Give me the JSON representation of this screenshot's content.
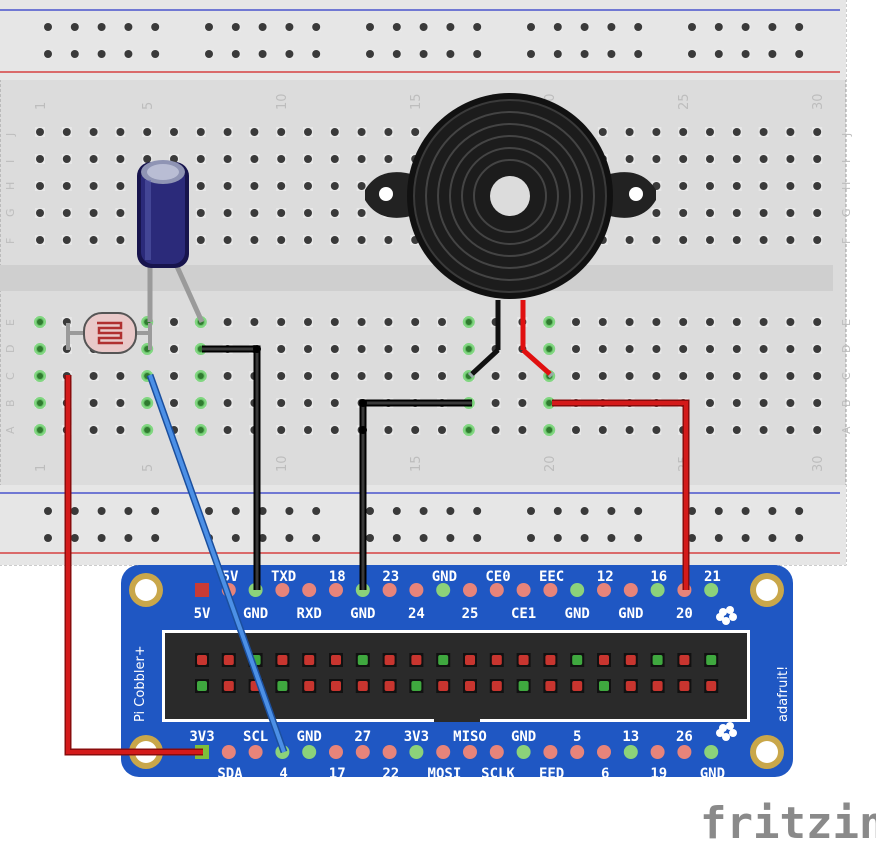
{
  "breadboard": {
    "row_letters_top": [
      "J",
      "I",
      "H",
      "G",
      "F"
    ],
    "row_letters_bottom": [
      "E",
      "D",
      "C",
      "B",
      "A"
    ],
    "column_numbers": [
      "1",
      "5",
      "10",
      "15",
      "20",
      "25",
      "30"
    ]
  },
  "cobbler": {
    "top_row_upper": [
      "5V",
      "TXD",
      "18",
      "23",
      "GND",
      "CE0",
      "EEC",
      "12",
      "16",
      "21"
    ],
    "top_row_lower": [
      "5V",
      "GND",
      "RXD",
      "GND",
      "24",
      "25",
      "CE1",
      "GND",
      "GND",
      "20"
    ],
    "bottom_row_upper": [
      "3V3",
      "SCL",
      "GND",
      "27",
      "3V3",
      "MISO",
      "GND",
      "5",
      "13",
      "26"
    ],
    "bottom_row_lower": [
      "SDA",
      "4",
      "17",
      "22",
      "MOSI",
      "SCLK",
      "EED",
      "6",
      "19",
      "GND"
    ],
    "left_side_label": "Pi Cobbler+",
    "right_side_label": "adafruit!"
  },
  "logo": "fritzing",
  "colors": {
    "board_blue": "#1f57c3",
    "wire_red": "#c41414",
    "wire_black": "#222222",
    "wire_blue": "#3a7fd6",
    "breadboard": "#dcdcdc",
    "rail_red": "#d42020",
    "rail_blue": "#2a36c8"
  }
}
